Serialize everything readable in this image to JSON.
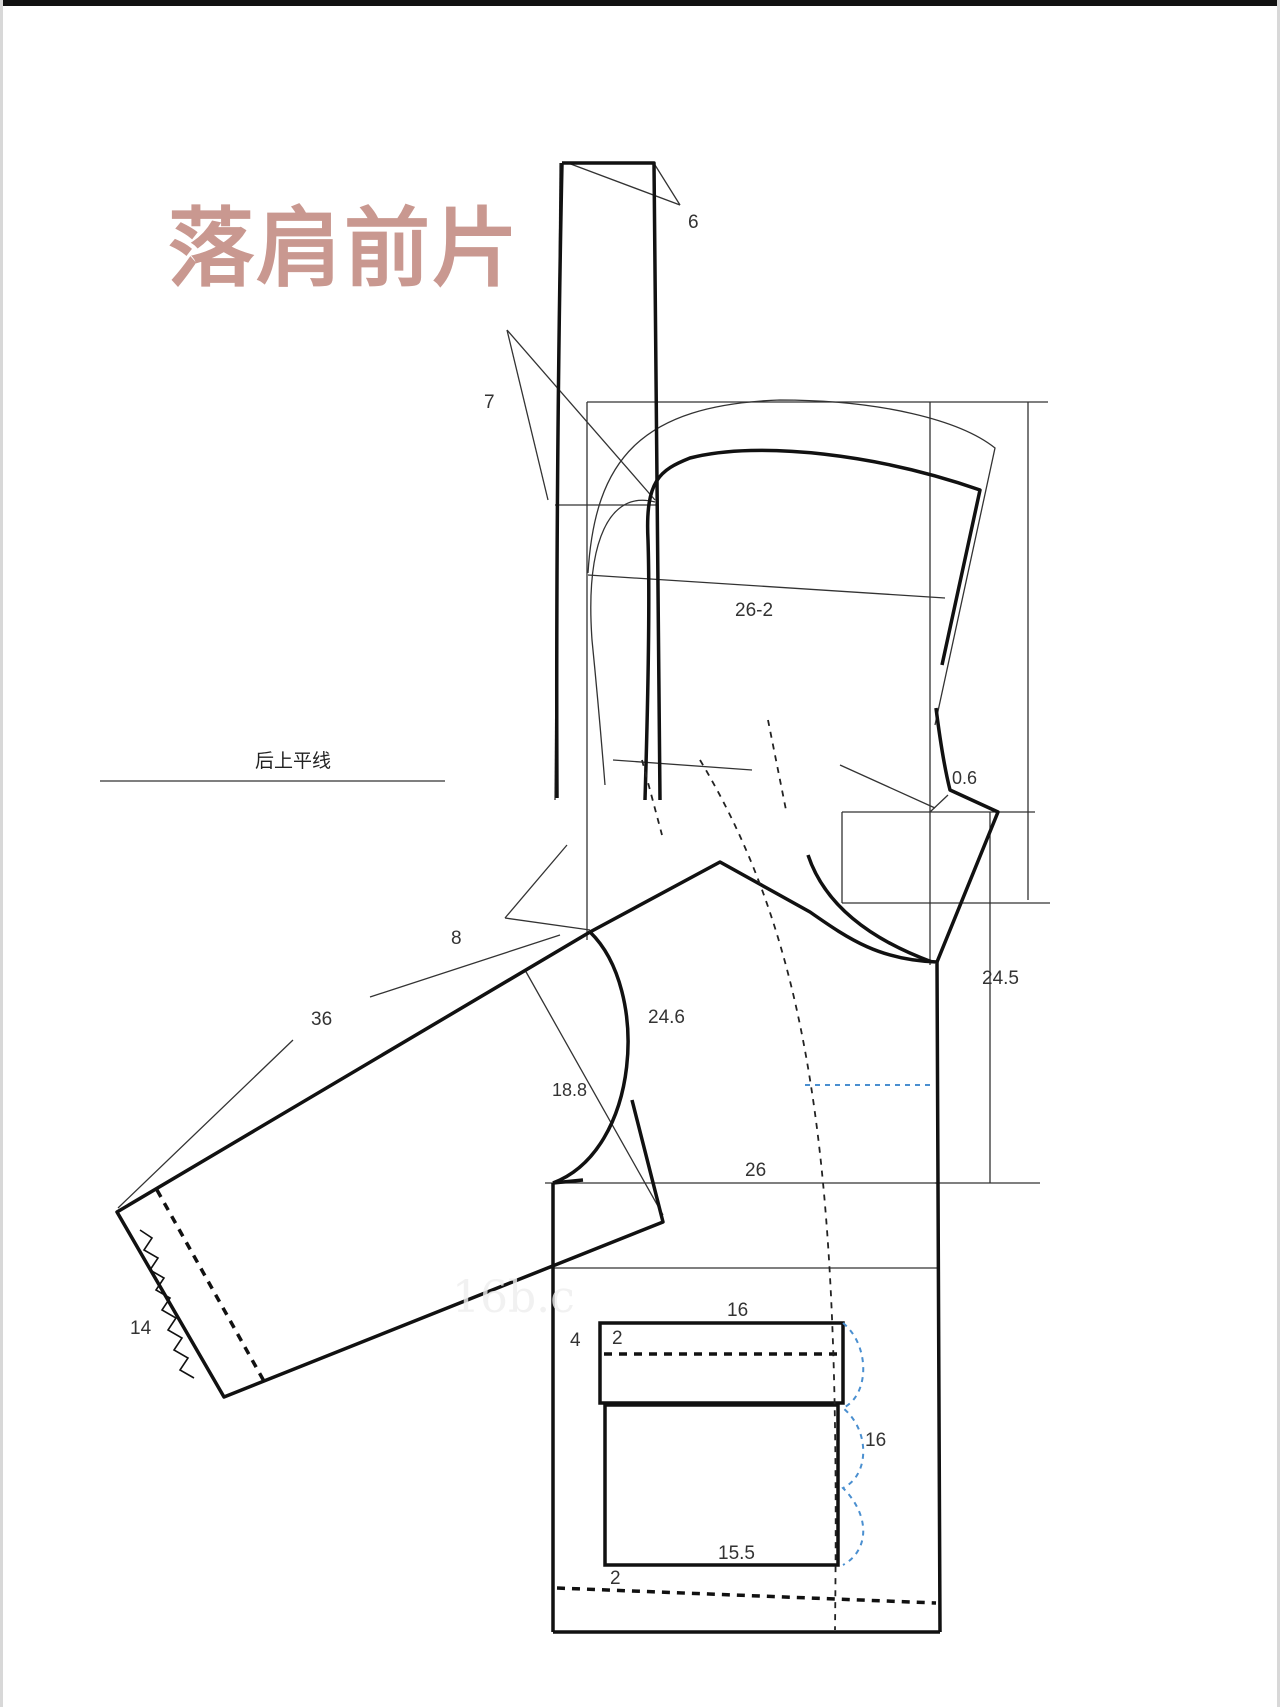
{
  "title": "落肩前片",
  "back_line_label": "后上平线",
  "watermark": "16b.c",
  "dimensions": {
    "collar_width": "6",
    "neck_offset": "7",
    "shoulder_width": "26-2",
    "shoulder_drop": "0.6",
    "armhole_depth": "24.5",
    "shoulder_slope": "8",
    "sleeve_length": "36",
    "armhole_curve": "24.6",
    "sleeve_cap": "18.8",
    "chest_width": "26",
    "cuff_width": "14",
    "pocket_top_width": "16",
    "pocket_flap_left": "4",
    "pocket_flap_depth": "2",
    "pocket_height": "16",
    "pocket_bottom_width": "15.5",
    "hem_allowance": "2"
  }
}
